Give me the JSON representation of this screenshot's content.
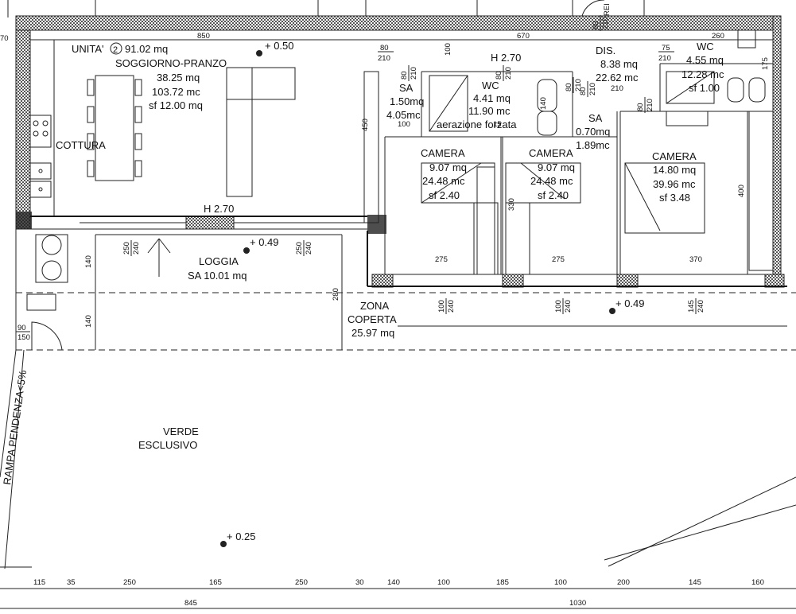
{
  "unit": {
    "unit_label": "UNITA'",
    "unit_number": "2",
    "unit_area": "91.02 mq"
  },
  "rooms": {
    "soggiorno": {
      "name": "SOGGIORNO-PRANZO",
      "area": "38.25 mq",
      "volume": "103.72 mc",
      "sf": "sf 12.00 mq"
    },
    "cottura": {
      "name": "COTTURA"
    },
    "sa_left": {
      "name": "SA",
      "area": "1.50mq",
      "volume": "4.05mc"
    },
    "wc_center": {
      "name": "WC",
      "area": "4.41 mq",
      "volume": "11.90 mc",
      "note": "aerazione forzata"
    },
    "dis": {
      "name": "DIS.",
      "area": "8.38 mq",
      "volume": "22.62 mc"
    },
    "wc_right": {
      "name": "WC",
      "area": "4.55 mq",
      "volume": "12.28 mc",
      "sf": "sf 1.00"
    },
    "sa_right": {
      "name": "SA",
      "area": "0.70mq",
      "volume": "1.89mc"
    },
    "camera1": {
      "name": "CAMERA",
      "area": "9.07 mq",
      "volume": "24.48 mc",
      "sf": "sf 2.40"
    },
    "camera2": {
      "name": "CAMERA",
      "area": "9.07 mq",
      "volume": "24.48 mc",
      "sf": "sf 2.40"
    },
    "camera3": {
      "name": "CAMERA",
      "area": "14.80 mq",
      "volume": "39.96 mc",
      "sf": "sf 3.48"
    },
    "loggia": {
      "name": "LOGGIA",
      "area": "SA 10.01 mq"
    },
    "zona": {
      "name_line1": "ZONA",
      "name_line2": "COPERTA",
      "area": "25.97 mq"
    },
    "verde": {
      "name_line1": "VERDE",
      "name_line2": "ESCLUSIVO"
    }
  },
  "heights": {
    "soggiorno": "H 2.70",
    "night": "H 2.70"
  },
  "levels": {
    "top": "+ 0.50",
    "loggia": "+ 0.49",
    "zona": "+ 0.49",
    "garden": "+ 0.25"
  },
  "ramp_label": "RAMPA PENDENZA<5%",
  "top_dims": [
    "850",
    "670",
    "260"
  ],
  "door_fractions": [
    {
      "num": "80",
      "den": "210"
    },
    {
      "num": "80",
      "den": "210"
    },
    {
      "num": "80",
      "den": "210"
    },
    {
      "num": "80",
      "den": "210"
    },
    {
      "num": "75",
      "den": "210"
    },
    {
      "num": "80",
      "den": "210"
    },
    {
      "num": "80",
      "den": "210"
    },
    {
      "num": "250",
      "den": "240"
    },
    {
      "num": "250",
      "den": "240"
    },
    {
      "num": "100",
      "den": "240"
    },
    {
      "num": "100",
      "den": "240"
    },
    {
      "num": "145",
      "den": "240"
    },
    {
      "num": "90",
      "den": "150"
    },
    {
      "num": "80",
      "den": "210"
    }
  ],
  "inner_dims": {
    "d100a": "100",
    "d100b": "100",
    "d450": "450",
    "d175": "175",
    "d210": "210",
    "d275a": "275",
    "d275b": "275",
    "d370": "370",
    "d400": "400",
    "d330": "330",
    "d140a": "140",
    "d140b": "140",
    "d140c": "140",
    "d280": "280",
    "d15": "15",
    "d70": "70",
    "dREI": "REI"
  },
  "bottom_dims_row1": [
    "115",
    "35",
    "250",
    "165",
    "250",
    "30",
    "140",
    "100",
    "185",
    "100",
    "200",
    "145",
    "160"
  ],
  "bottom_dims_row2": [
    "845",
    "1030"
  ]
}
